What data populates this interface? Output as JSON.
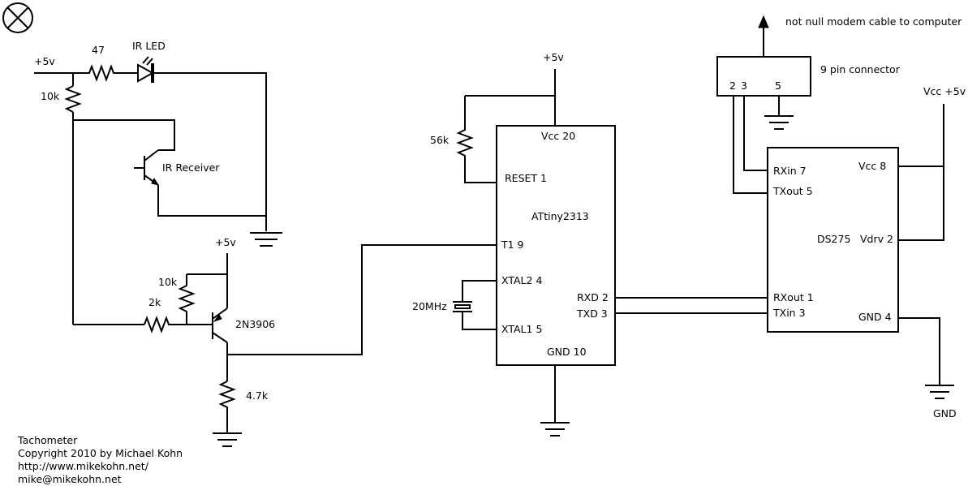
{
  "labels": {
    "plus5v_left": "+5v",
    "r47": "47",
    "ir_led": "IR LED",
    "r10k_top": "10k",
    "ir_receiver": "IR Receiver",
    "plus5v_transistor": "+5v",
    "r10k_base": "10k",
    "r2k": "2k",
    "q_2n3906": "2N3906",
    "r4_7k": "4.7k",
    "plus5v_mcu": "+5v",
    "r56k": "56k",
    "crystal": "20MHz",
    "mcu": {
      "name": "ATtiny2313",
      "vcc": "Vcc 20",
      "reset": "RESET 1",
      "t1": "T1 9",
      "xtal2": "XTAL2 4",
      "xtal1": "XTAL1 5",
      "rxd": "RXD 2",
      "txd": "TXD 3",
      "gnd": "GND 10"
    },
    "cable_note": "not null modem cable to computer",
    "connector": {
      "title": "9 pin connector",
      "pin2": "2",
      "pin3": "3",
      "pin5": "5"
    },
    "vcc_plus5v": "Vcc +5v",
    "ds275": {
      "name": "DS275",
      "rxin": "RXin 7",
      "txout": "TXout 5",
      "vcc": "Vcc 8",
      "vdrv": "Vdrv 2",
      "rxout": "RXout 1",
      "txin": "TXin 3",
      "gnd": "GND 4"
    },
    "gnd_right": "GND"
  },
  "credits": {
    "line1": "Tachometer",
    "line2": "Copyright 2010 by Michael Kohn",
    "line3": "http://www.mikekohn.net/",
    "line4": "mike@mikekohn.net"
  }
}
